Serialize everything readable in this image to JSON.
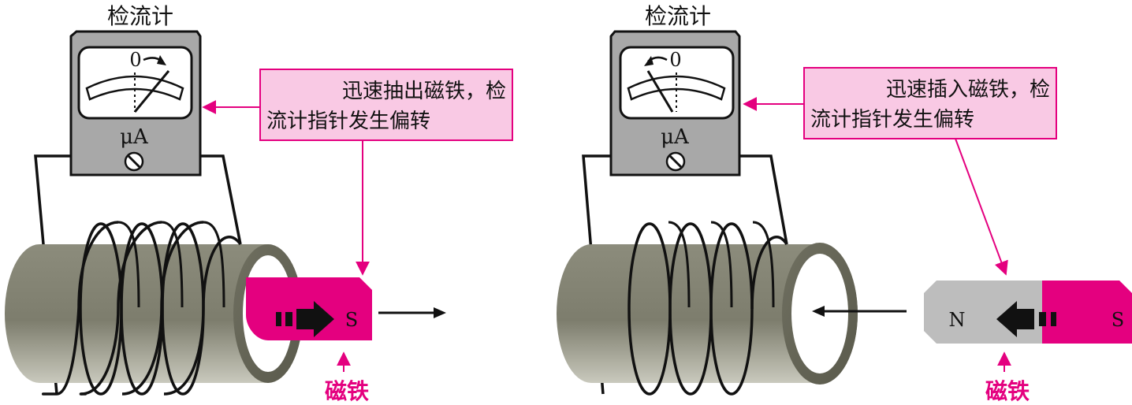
{
  "colors": {
    "magenta": "#e4007f",
    "callout_fill": "#f9c9e4",
    "meter_body": "#a8a8a8",
    "coil_body": "#8a8a78",
    "magnet_gray": "#bdbdbd"
  },
  "left_panel": {
    "meter_title": "检流计",
    "dial_zero": "0",
    "unit": "μA",
    "needle_direction": "right",
    "callout_line1": "迅速抽出磁铁，检",
    "callout_line2": "流计指针发生偏转",
    "magnet_pole": "S",
    "magnet_label": "磁铁"
  },
  "right_panel": {
    "meter_title": "检流计",
    "dial_zero": "0",
    "unit": "μA",
    "needle_direction": "left",
    "callout_line1": "迅速插入磁铁，检",
    "callout_line2": "流计指针发生偏转",
    "magnet_pole_n": "N",
    "magnet_pole_s": "S",
    "magnet_label": "磁铁"
  }
}
